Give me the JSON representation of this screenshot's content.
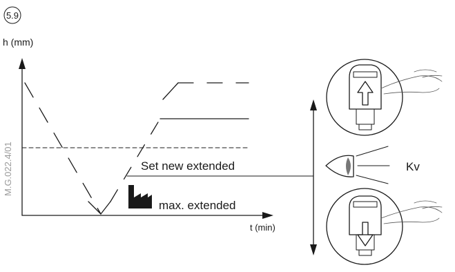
{
  "figure": {
    "badge": "5.9",
    "y_label": "h (mm)",
    "x_label": "t (min)",
    "side_code": "M.G.022.4/01"
  },
  "annotations": {
    "set_new_extended": "Set new extended",
    "max_extended": "max. extended",
    "kv": "Kv"
  },
  "icons": {
    "factory": "factory-icon",
    "eye": "eye-icon",
    "device_up": "hand-press-up-icon",
    "device_down": "hand-press-down-icon"
  },
  "colors": {
    "line": "#1a1a1a",
    "side_code": "#9a9a9a"
  }
}
